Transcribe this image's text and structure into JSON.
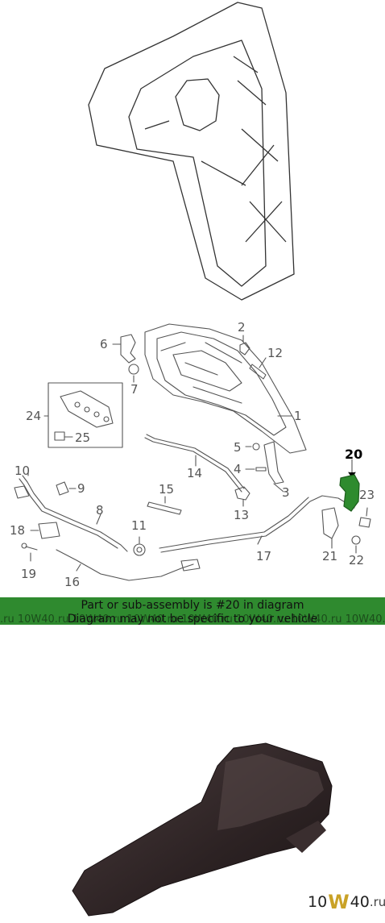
{
  "diagram": {
    "callouts": [
      {
        "id": "c1",
        "label": "1"
      },
      {
        "id": "c2",
        "label": "2"
      },
      {
        "id": "c3",
        "label": "3"
      },
      {
        "id": "c4",
        "label": "4"
      },
      {
        "id": "c5",
        "label": "5"
      },
      {
        "id": "c6",
        "label": "6"
      },
      {
        "id": "c7",
        "label": "7"
      },
      {
        "id": "c8",
        "label": "8"
      },
      {
        "id": "c9",
        "label": "9"
      },
      {
        "id": "c10",
        "label": "10"
      },
      {
        "id": "c11",
        "label": "11"
      },
      {
        "id": "c12",
        "label": "12"
      },
      {
        "id": "c13",
        "label": "13"
      },
      {
        "id": "c14",
        "label": "14"
      },
      {
        "id": "c15",
        "label": "15"
      },
      {
        "id": "c16",
        "label": "16"
      },
      {
        "id": "c17",
        "label": "17"
      },
      {
        "id": "c18",
        "label": "18"
      },
      {
        "id": "c19",
        "label": "19"
      },
      {
        "id": "c20",
        "label": "20"
      },
      {
        "id": "c21",
        "label": "21"
      },
      {
        "id": "c22",
        "label": "22"
      },
      {
        "id": "c23",
        "label": "23"
      },
      {
        "id": "c24",
        "label": "24"
      },
      {
        "id": "c25",
        "label": "25"
      }
    ],
    "highlighted_part": "20",
    "highlight_color": "#2e8b2e"
  },
  "banner": {
    "line1": "Part or sub-assembly is #20 in diagram",
    "line2": "Diagram may not be specific to your vehicle",
    "watermark": ".ru 10W40.ru 10W40.ru 10W40.ru 10W40.ru 10W40.ru 10W40.ru 10W40.ru 10W40.ru 10"
  },
  "logo": {
    "num": "10",
    "w": "W",
    "suffix": "40",
    "tld": ".ru"
  }
}
